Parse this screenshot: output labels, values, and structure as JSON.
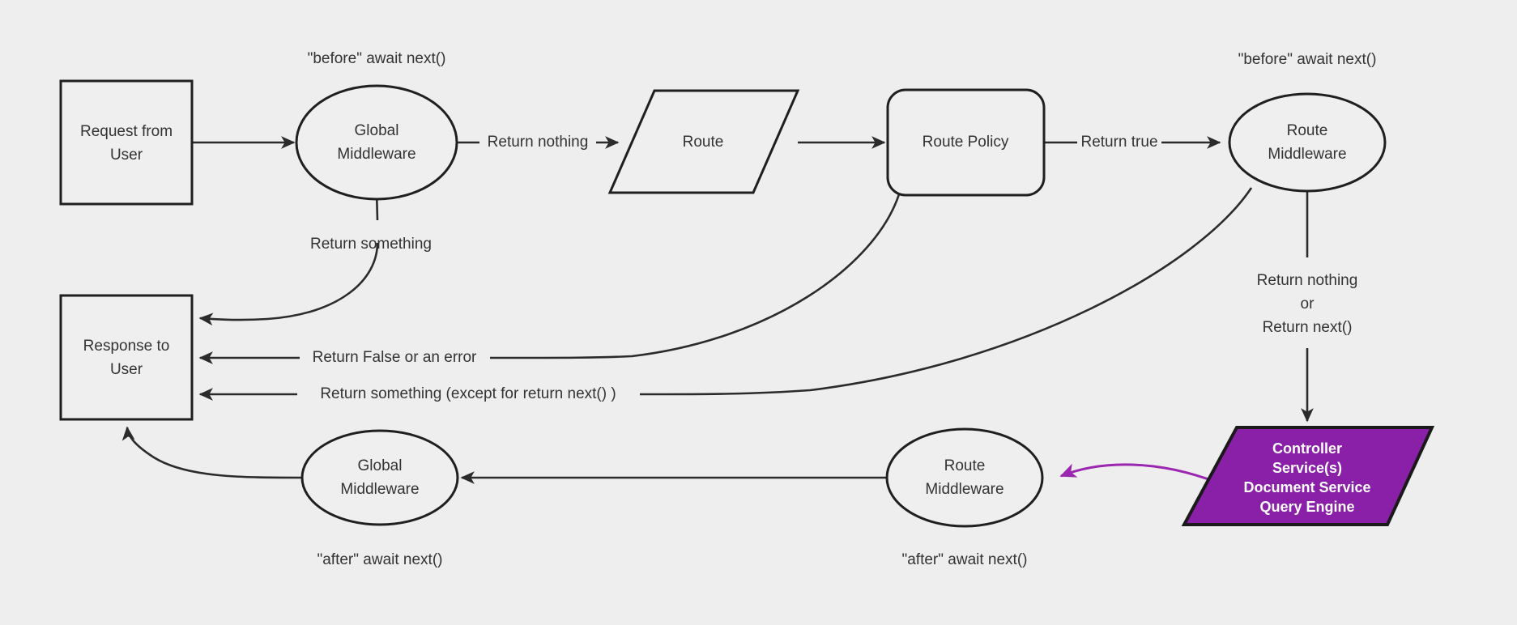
{
  "diagram": {
    "background_color": "#eeeeee",
    "stroke_color": "#2b2b2b",
    "node_fill": "#efefef",
    "accent_color": "#8A1FA8",
    "accent_edge_color": "#9b27b0",
    "accent_text_color": "#ffffff"
  },
  "nodes": {
    "request_from_user": {
      "label_line1": "Request from",
      "label_line2": "User",
      "shape": "rectangle"
    },
    "global_middleware_before": {
      "label_line1": "Global",
      "label_line2": "Middleware",
      "shape": "ellipse",
      "annotation": "\"before\" await next()"
    },
    "route": {
      "label_line1": "Route",
      "shape": "parallelogram"
    },
    "route_policy": {
      "label_line1": "Route Policy",
      "shape": "rounded-rectangle"
    },
    "route_middleware_before": {
      "label_line1": "Route",
      "label_line2": "Middleware",
      "shape": "ellipse",
      "annotation": "\"before\" await next()"
    },
    "controller_services": {
      "label_line1": "Controller",
      "label_line2": "Service(s)",
      "label_line3": "Document Service",
      "label_line4": "Query Engine",
      "shape": "parallelogram",
      "fill": "#8A1FA8"
    },
    "route_middleware_after": {
      "label_line1": "Route",
      "label_line2": "Middleware",
      "shape": "ellipse",
      "annotation": "\"after\" await next()"
    },
    "global_middleware_after": {
      "label_line1": "Global",
      "label_line2": "Middleware",
      "shape": "ellipse",
      "annotation": "\"after\" await next()"
    },
    "response_to_user": {
      "label_line1": "Response to",
      "label_line2": "User",
      "shape": "rectangle"
    }
  },
  "edge_labels": {
    "return_nothing": "Return nothing",
    "return_true": "Return true",
    "return_something": "Return something",
    "return_false_or_error": "Return False or an error",
    "return_something_except_next": "Return something (except for return next() )",
    "return_nothing_or_next_line1": "Return nothing",
    "return_nothing_or_next_line2": "or",
    "return_nothing_or_next_line3": "Return next()"
  }
}
